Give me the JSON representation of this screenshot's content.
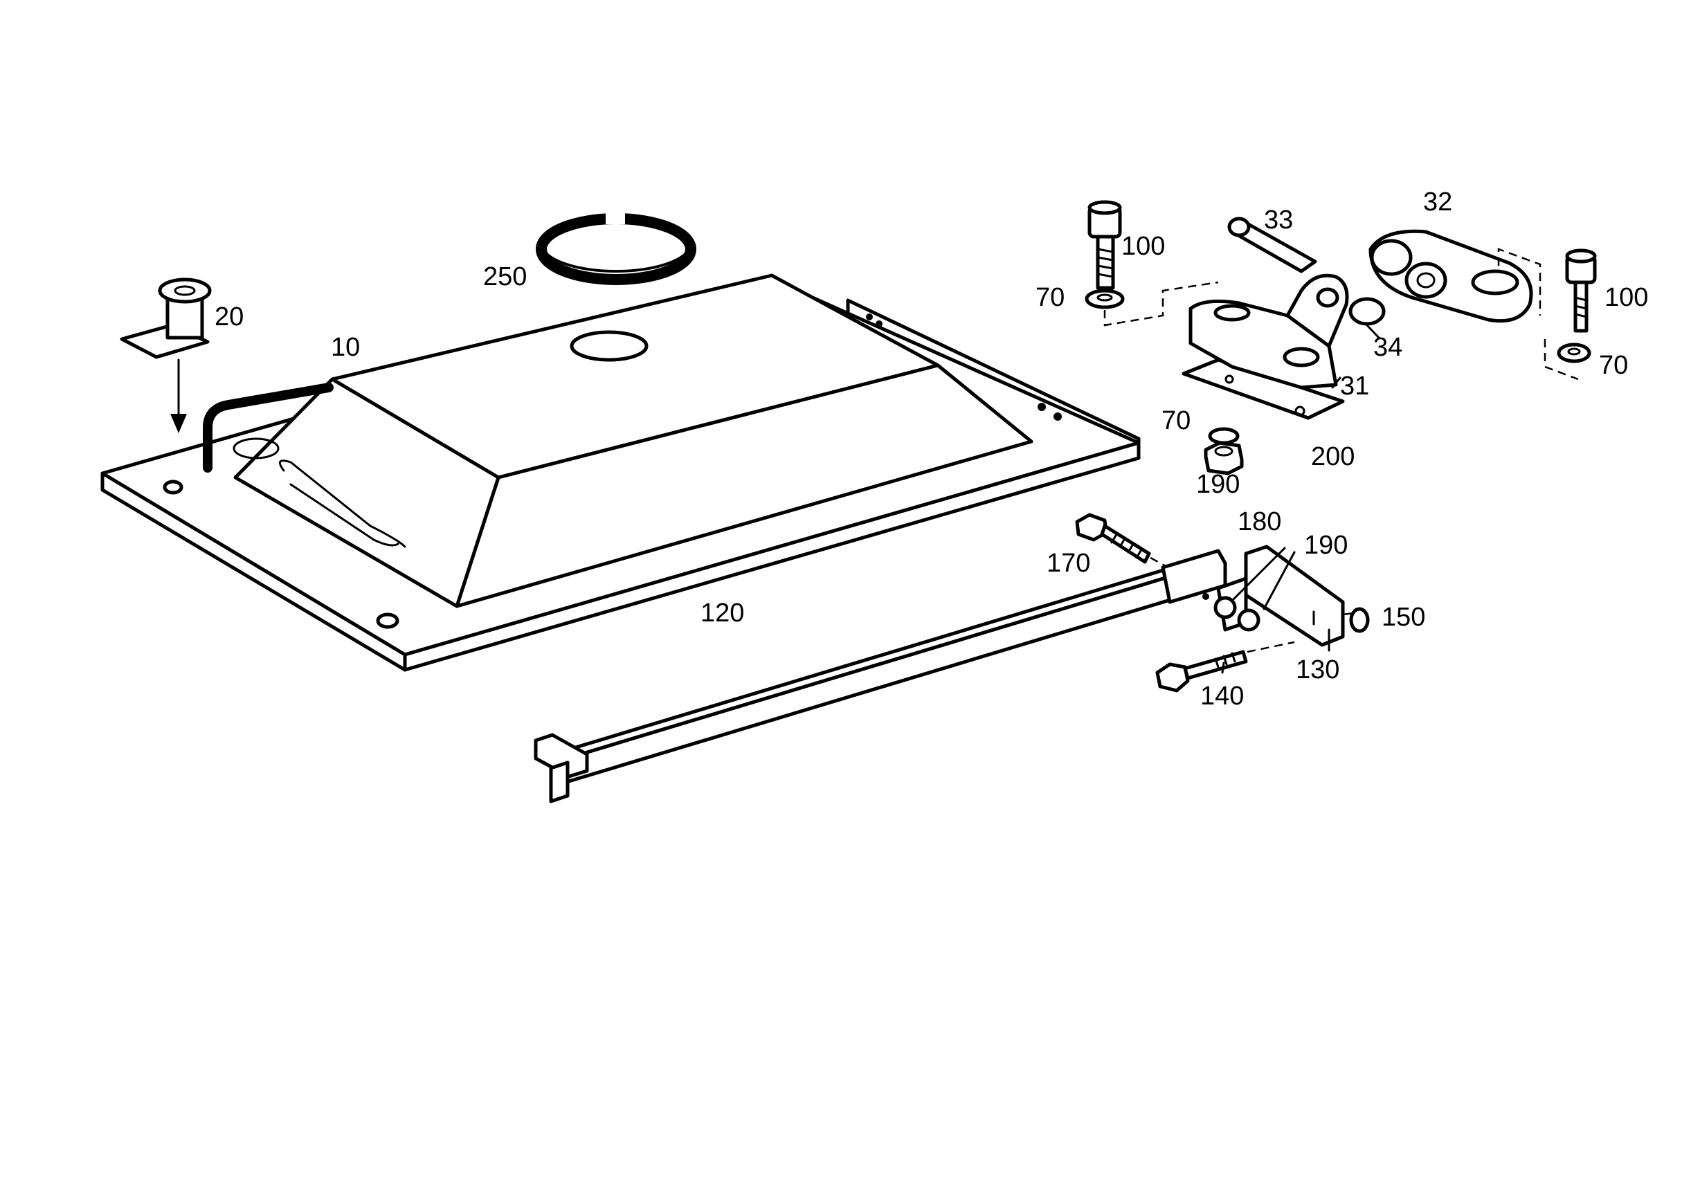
{
  "diagram": {
    "labels": {
      "p10": "10",
      "p20": "20",
      "p250": "250",
      "p120": "120",
      "p100a": "100",
      "p70a": "70",
      "p33": "33",
      "p32": "32",
      "p100b": "100",
      "p34": "34",
      "p70b": "70",
      "p31": "31",
      "p70c": "70",
      "p200": "200",
      "p190a": "190",
      "p180": "180",
      "p190b": "190",
      "p170": "170",
      "p150": "150",
      "p130": "130",
      "p140": "140"
    }
  }
}
